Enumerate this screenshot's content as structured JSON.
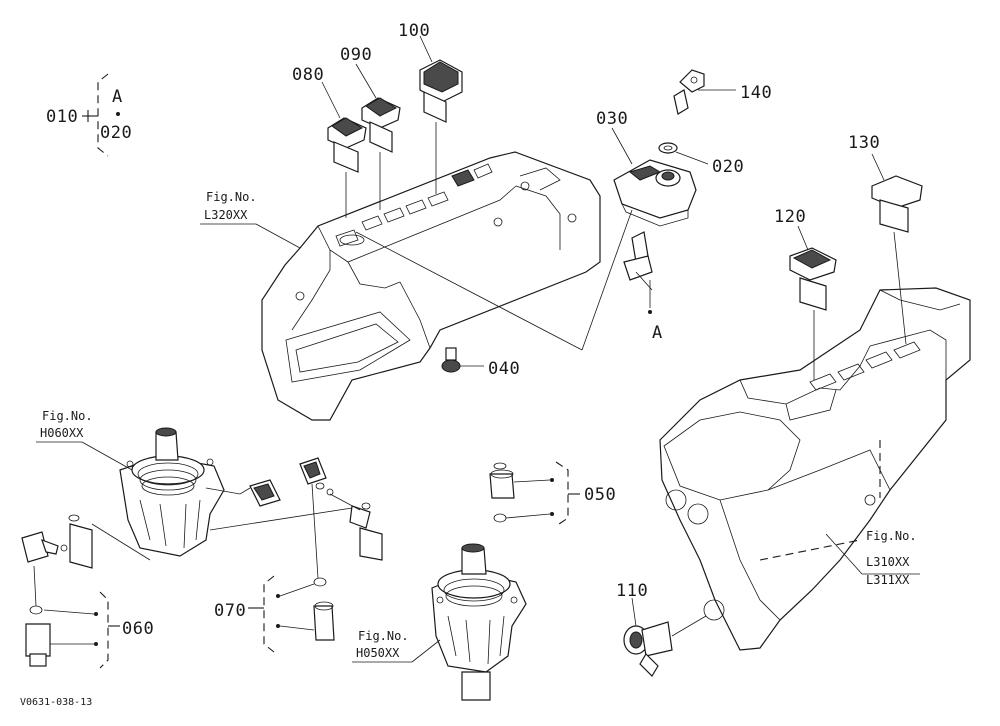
{
  "labels": {
    "p010": "010",
    "p020a": "020",
    "p020b": "020",
    "p030": "030",
    "p040": "040",
    "p050": "050",
    "p060": "060",
    "p070": "070",
    "p080": "080",
    "p090": "090",
    "p100": "100",
    "p110": "110",
    "p120": "120",
    "p130": "130",
    "p140": "140",
    "a1": "A",
    "a2": "A"
  },
  "figrefs": {
    "l320": {
      "head": "Fig.No.",
      "code": "L320XX"
    },
    "h060": {
      "head": "Fig.No.",
      "code": "H060XX"
    },
    "h050": {
      "head": "Fig.No.",
      "code": "H050XX"
    },
    "l310": {
      "head": "Fig.No.",
      "code": "L310XX",
      "code2": "L311XX"
    }
  },
  "doc_id": "V0631-038-13"
}
